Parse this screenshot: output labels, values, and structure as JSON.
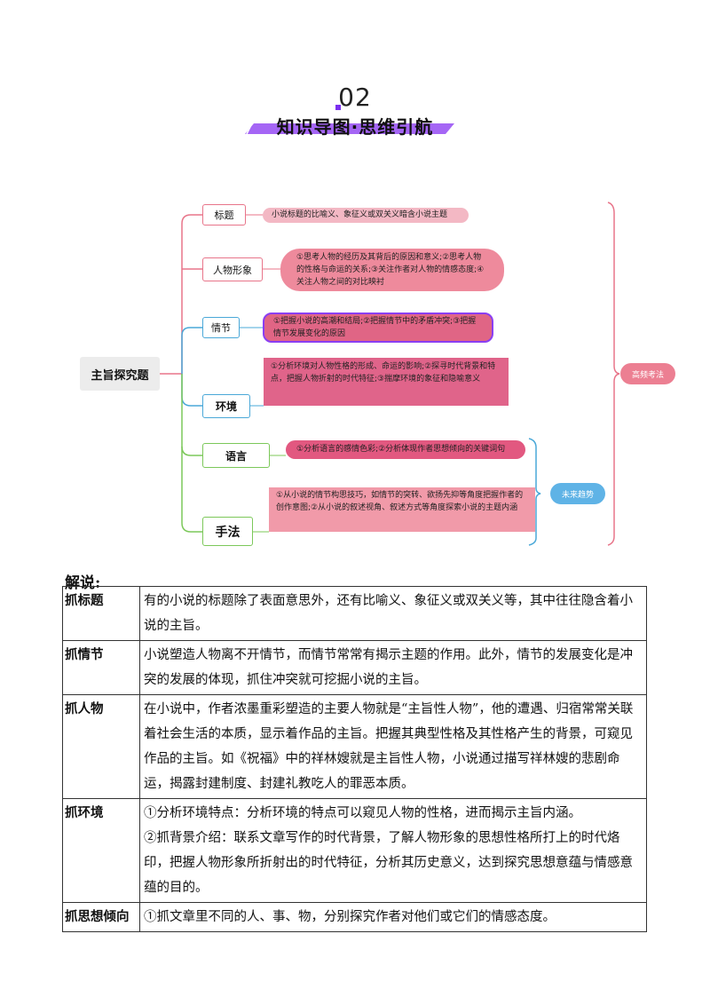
{
  "header": {
    "number": "02",
    "title": "知识导图·思维引航"
  },
  "mindmap": {
    "root": "主旨探究题",
    "branches": [
      {
        "label": "标题",
        "text": "小说标题的比喻义、象征义或双关义暗含小说主题"
      },
      {
        "label": "人物形象",
        "text": "①思考人物的经历及其背后的原因和意义;②思考人物的性格与命运的关系;③关注作者对人物的情感态度;④关注人物之间的对比映衬"
      },
      {
        "label": "情节",
        "text": "①把握小说的高潮和结局;②把握情节中的矛盾冲突;③把握情节发展变化的原因"
      },
      {
        "label": "环境",
        "text": "①分析环境对人物性格的形成、命运的影响;②探寻时代背景和特点，把握人物折射的时代特征;③揣摩环境的象征和隐喻意义"
      },
      {
        "label": "语言",
        "text": "①分析语言的感情色彩;②分析体现作者思想倾向的关键词句"
      },
      {
        "label": "手法",
        "text": "①从小说的情节构思技巧，如情节的突转、欲扬先抑等角度把握作者的创作意图;②从小说的叙述视角、叙述方式等角度探索小说的主题内涵"
      }
    ],
    "tags": {
      "frequent": "高频考法",
      "future": "未来趋势"
    },
    "colors": {
      "pink": "#e8758a",
      "blue": "#4aa8d8",
      "green": "#7cc85a",
      "purple": "#8a3ef2"
    }
  },
  "explanation": {
    "title": "解说:",
    "rows": [
      {
        "head": "抓标题",
        "paras": [
          "有的小说的标题除了表面意思外，还有比喻义、象征义或双关义等，其中往往隐含着小说的主旨。"
        ]
      },
      {
        "head": "抓情节",
        "paras": [
          "小说塑造人物离不开情节，而情节常常有揭示主题的作用。此外，情节的发展变化是冲突的发展的体现，抓住冲突就可挖掘小说的主旨。"
        ]
      },
      {
        "head": "抓人物",
        "paras": [
          "在小说中，作者浓墨重彩塑造的主要人物就是“主旨性人物”，他的遭遇、归宿常常关联着社会生活的本质，显示着作品的主旨。把握其典型性格及其性格产生的背景，可窥见作品的主旨。如《祝福》中的祥林嫂就是主旨性人物，小说通过描写祥林嫂的悲剧命运，揭露封建制度、封建礼教吃人的罪恶本质。"
        ]
      },
      {
        "head": "抓环境",
        "paras": [
          "①分析环境特点：分析环境的特点可以窥见人物的性格，进而揭示主旨内涵。",
          "②抓背景介绍：联系文章写作的时代背景，了解人物形象的思想性格所打上的时代烙印，把握人物形象所折射出的时代特征，分析其历史意义，达到探究思想意蕴与情感意蕴的目的。"
        ]
      },
      {
        "head": "抓思想倾向",
        "paras": [
          "①抓文章里不同的人、事、物，分别探究作者对他们或它们的情感态度。"
        ]
      }
    ]
  }
}
